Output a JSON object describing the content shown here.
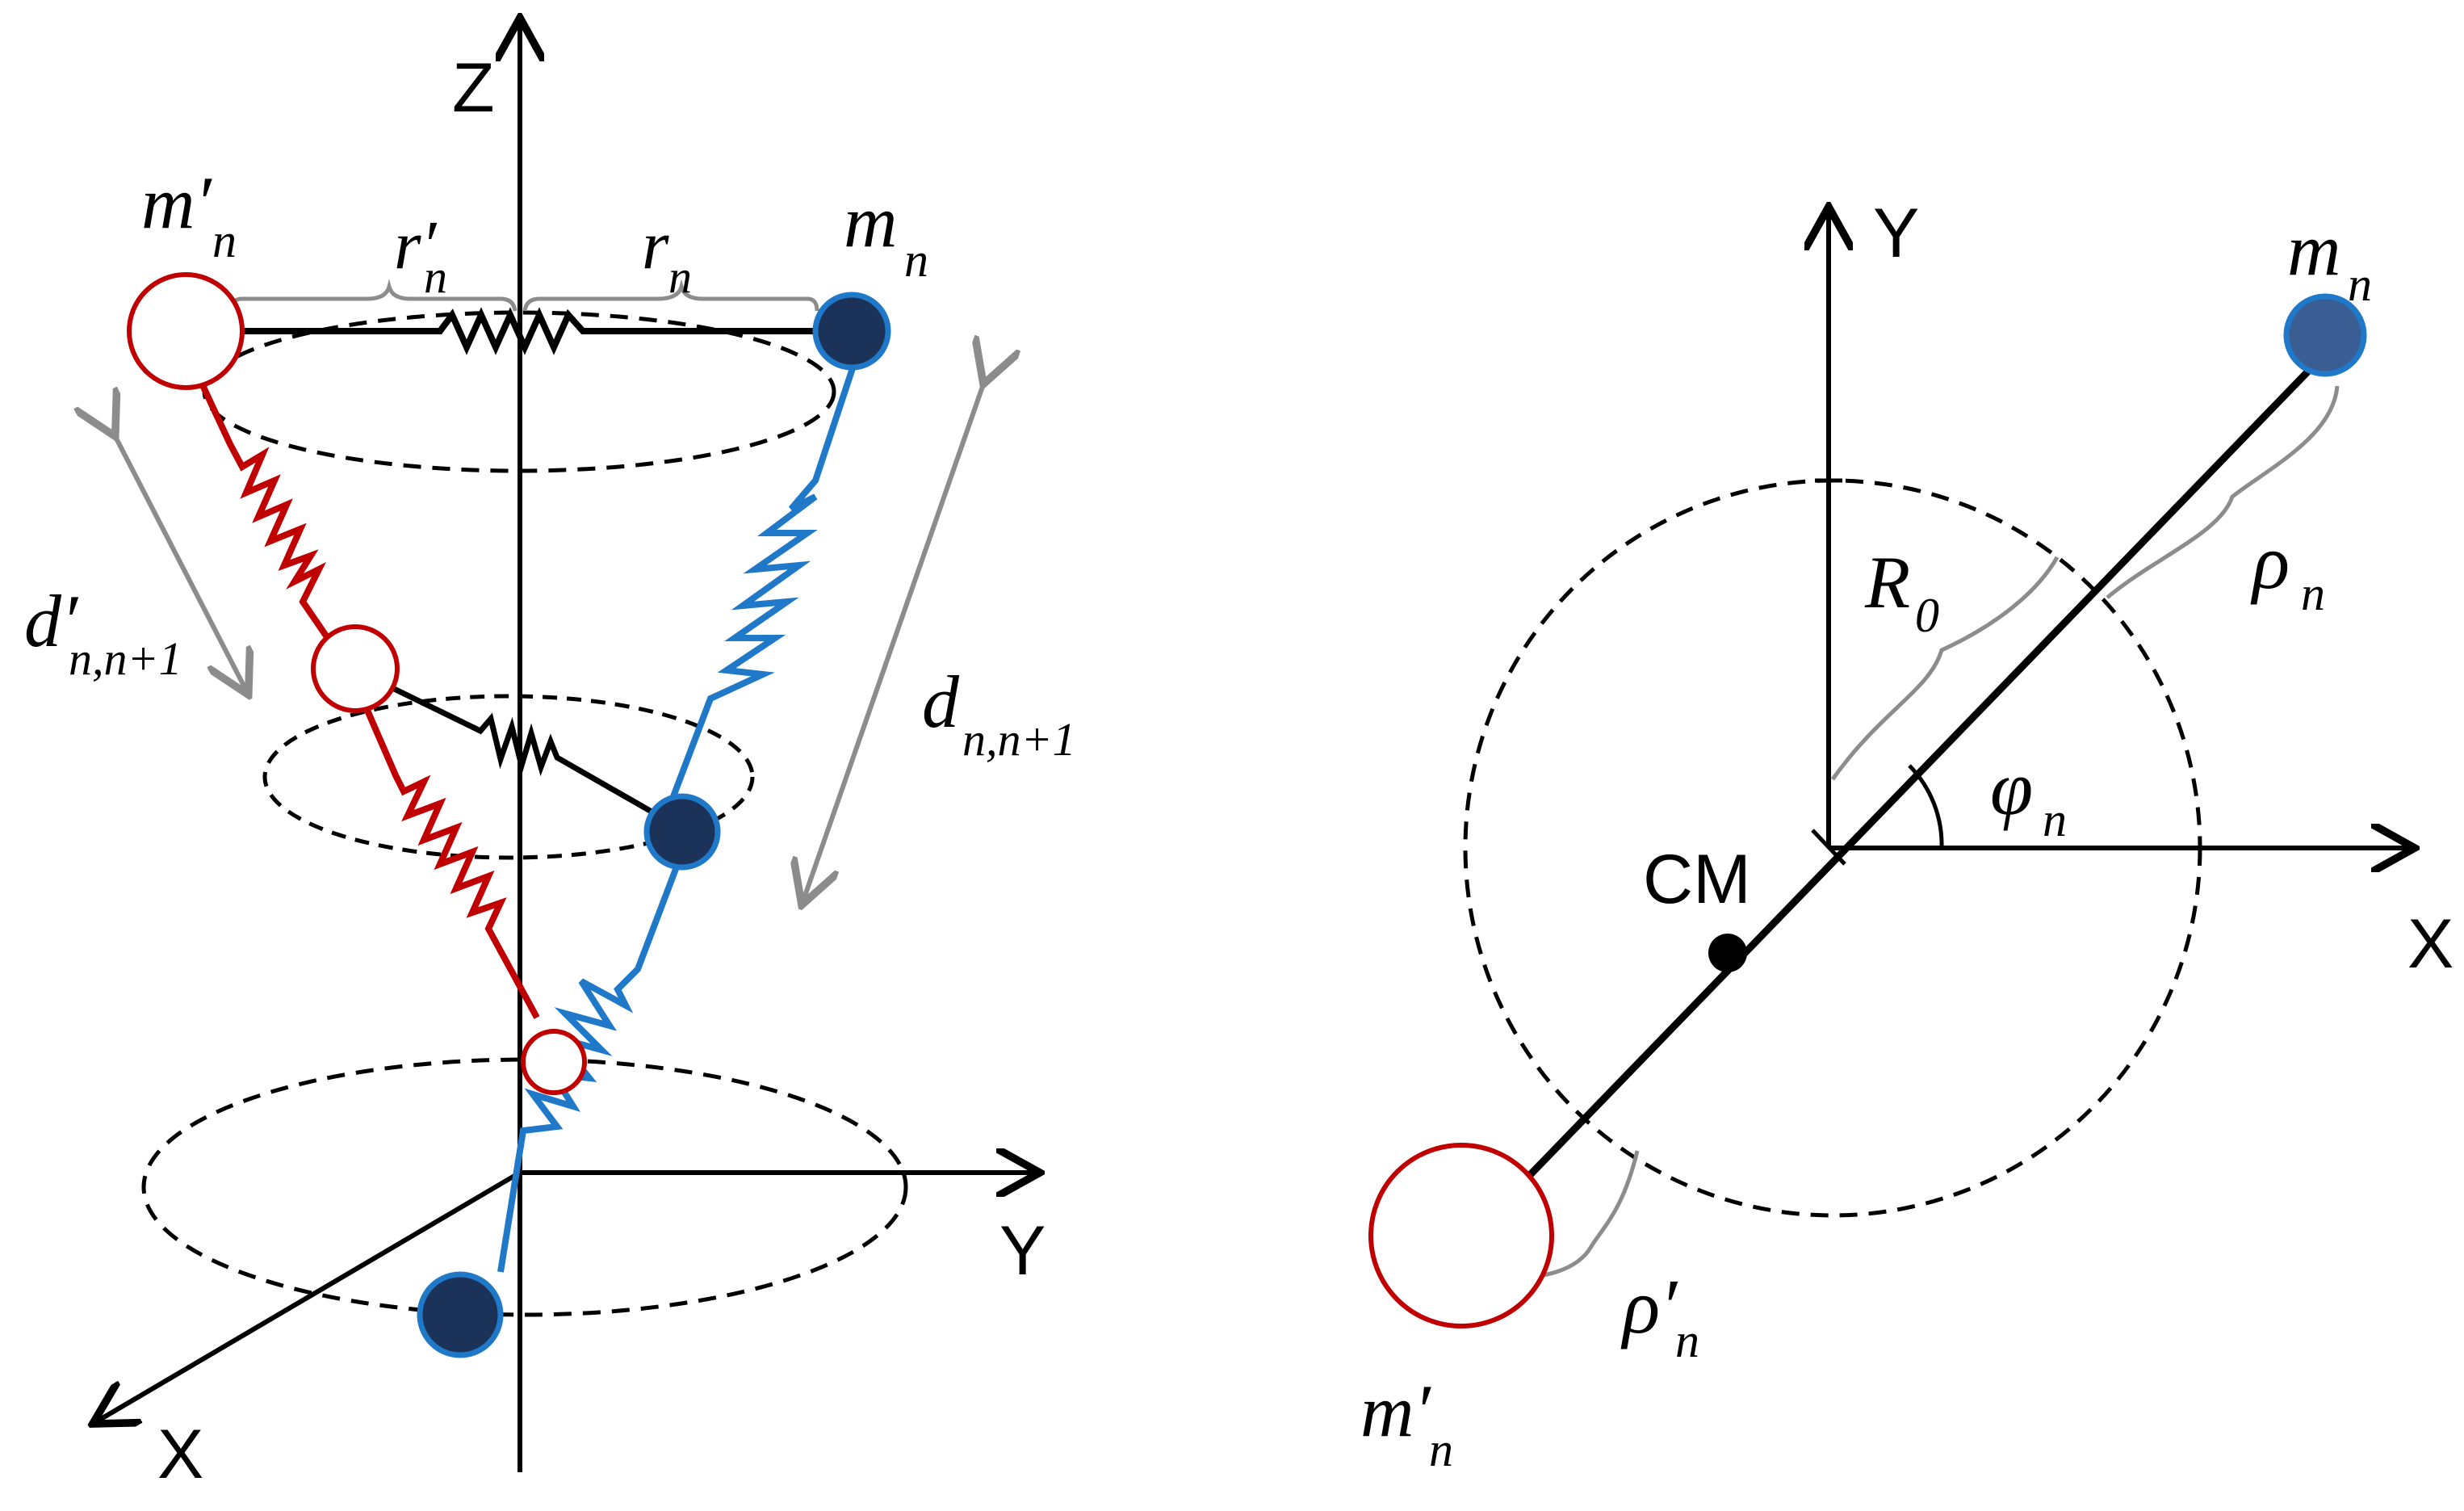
{
  "left_panel": {
    "axes": {
      "z": "Z",
      "y": "Y",
      "x": "X"
    },
    "labels": {
      "m_prime": "m′",
      "m_prime_sub": "n",
      "m": "m",
      "m_sub": "n",
      "r_prime": "r′",
      "r_prime_sub": "n",
      "r": "r",
      "r_sub": "n",
      "d_prime": "d′",
      "d_prime_sub": "n,n+1",
      "d": "d",
      "d_sub": "n,n+1"
    }
  },
  "right_panel": {
    "axes": {
      "y": "Y",
      "x": "X"
    },
    "labels": {
      "cm": "CM",
      "m": "m",
      "m_sub": "n",
      "m_prime": "m′",
      "m_prime_sub": "n",
      "R0": "R",
      "R0_sub": "0",
      "rho": "ρ",
      "rho_sub": "n",
      "rho_prime": "ρ′",
      "rho_prime_sub": "n",
      "phi": "φ",
      "phi_sub": "n"
    }
  },
  "colors": {
    "blue": "#1f78c8",
    "dark_fill": "#1b3358",
    "red": "#c00000",
    "gray": "#8c8c8c",
    "right_blue_fill": "#3a5d93"
  }
}
